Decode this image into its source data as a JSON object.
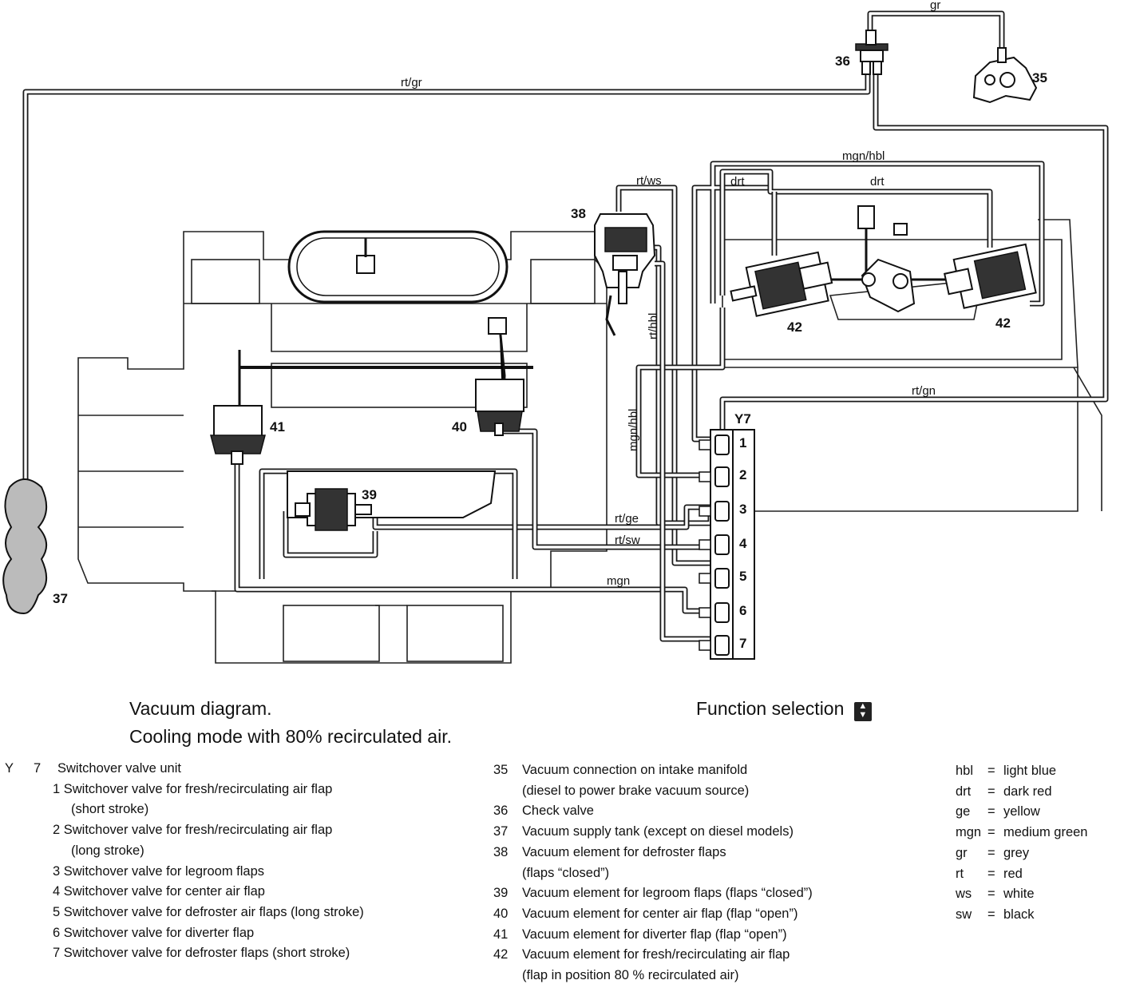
{
  "labels": {
    "c35": "35",
    "c36": "36",
    "c37": "37",
    "c38": "38",
    "c39": "39",
    "c40": "40",
    "c41": "41",
    "c42a": "42",
    "c42b": "42",
    "y7": "Y7",
    "p1": "1",
    "p2": "2",
    "p3": "3",
    "p4": "4",
    "p5": "5",
    "p6": "6",
    "p7": "7"
  },
  "wires": {
    "gr": "gr",
    "rt_gr": "rt/gr",
    "mgn_hbl_top": "mgn/hbl",
    "drt1": "drt",
    "drt2": "drt",
    "rt_ws": "rt/ws",
    "rt_hbl": "rt/hbl",
    "mgn_hbl_side": "mgn/hbl",
    "rt_gn": "rt/gn",
    "rt_ge": "rt/ge",
    "rt_sw": "rt/sw",
    "mgn": "mgn"
  },
  "caption": {
    "line1": "Vacuum diagram.",
    "line2": "Cooling mode with 80% recirculated air.",
    "function_selection": "Function selection"
  },
  "legend_y7": {
    "prefix": "Y",
    "number": "7",
    "title": "Switchover valve unit",
    "items": [
      "1 Switchover valve for fresh/recirculating air flap",
      "(short stroke)",
      "2 Switchover valve for fresh/recirculating air flap",
      "(long stroke)",
      "3 Switchover valve for legroom flaps",
      "4 Switchover valve for center air flap",
      "5 Switchover valve for defroster air flaps (long stroke)",
      "6 Switchover valve for diverter flap",
      "7 Switchover valve for defroster flaps (short stroke)"
    ]
  },
  "legend_parts": [
    {
      "n": "35",
      "t": "Vacuum connection on intake manifold"
    },
    {
      "n": "",
      "t": "(diesel to power brake vacuum source)"
    },
    {
      "n": "36",
      "t": "Check valve"
    },
    {
      "n": "37",
      "t": "Vacuum supply tank (except on diesel models)"
    },
    {
      "n": "38",
      "t": "Vacuum element for defroster flaps"
    },
    {
      "n": "",
      "t": "(flaps “closed”)"
    },
    {
      "n": "39",
      "t": "Vacuum element for legroom flaps (flaps “closed”)"
    },
    {
      "n": "40",
      "t": "Vacuum element for center air flap (flap “open”)"
    },
    {
      "n": "41",
      "t": "Vacuum element for diverter flap (flap “open”)"
    },
    {
      "n": "42",
      "t": "Vacuum element for fresh/recirculating air flap"
    },
    {
      "n": "",
      "t": "(flap in position 80 % recirculated air)"
    }
  ],
  "color_codes": [
    {
      "k": "hbl",
      "v": "light blue"
    },
    {
      "k": "drt",
      "v": "dark red"
    },
    {
      "k": "ge",
      "v": "yellow"
    },
    {
      "k": "mgn",
      "v": "medium green"
    },
    {
      "k": "gr",
      "v": "grey"
    },
    {
      "k": "rt",
      "v": "red"
    },
    {
      "k": "ws",
      "v": "white"
    },
    {
      "k": "sw",
      "v": "black"
    }
  ]
}
